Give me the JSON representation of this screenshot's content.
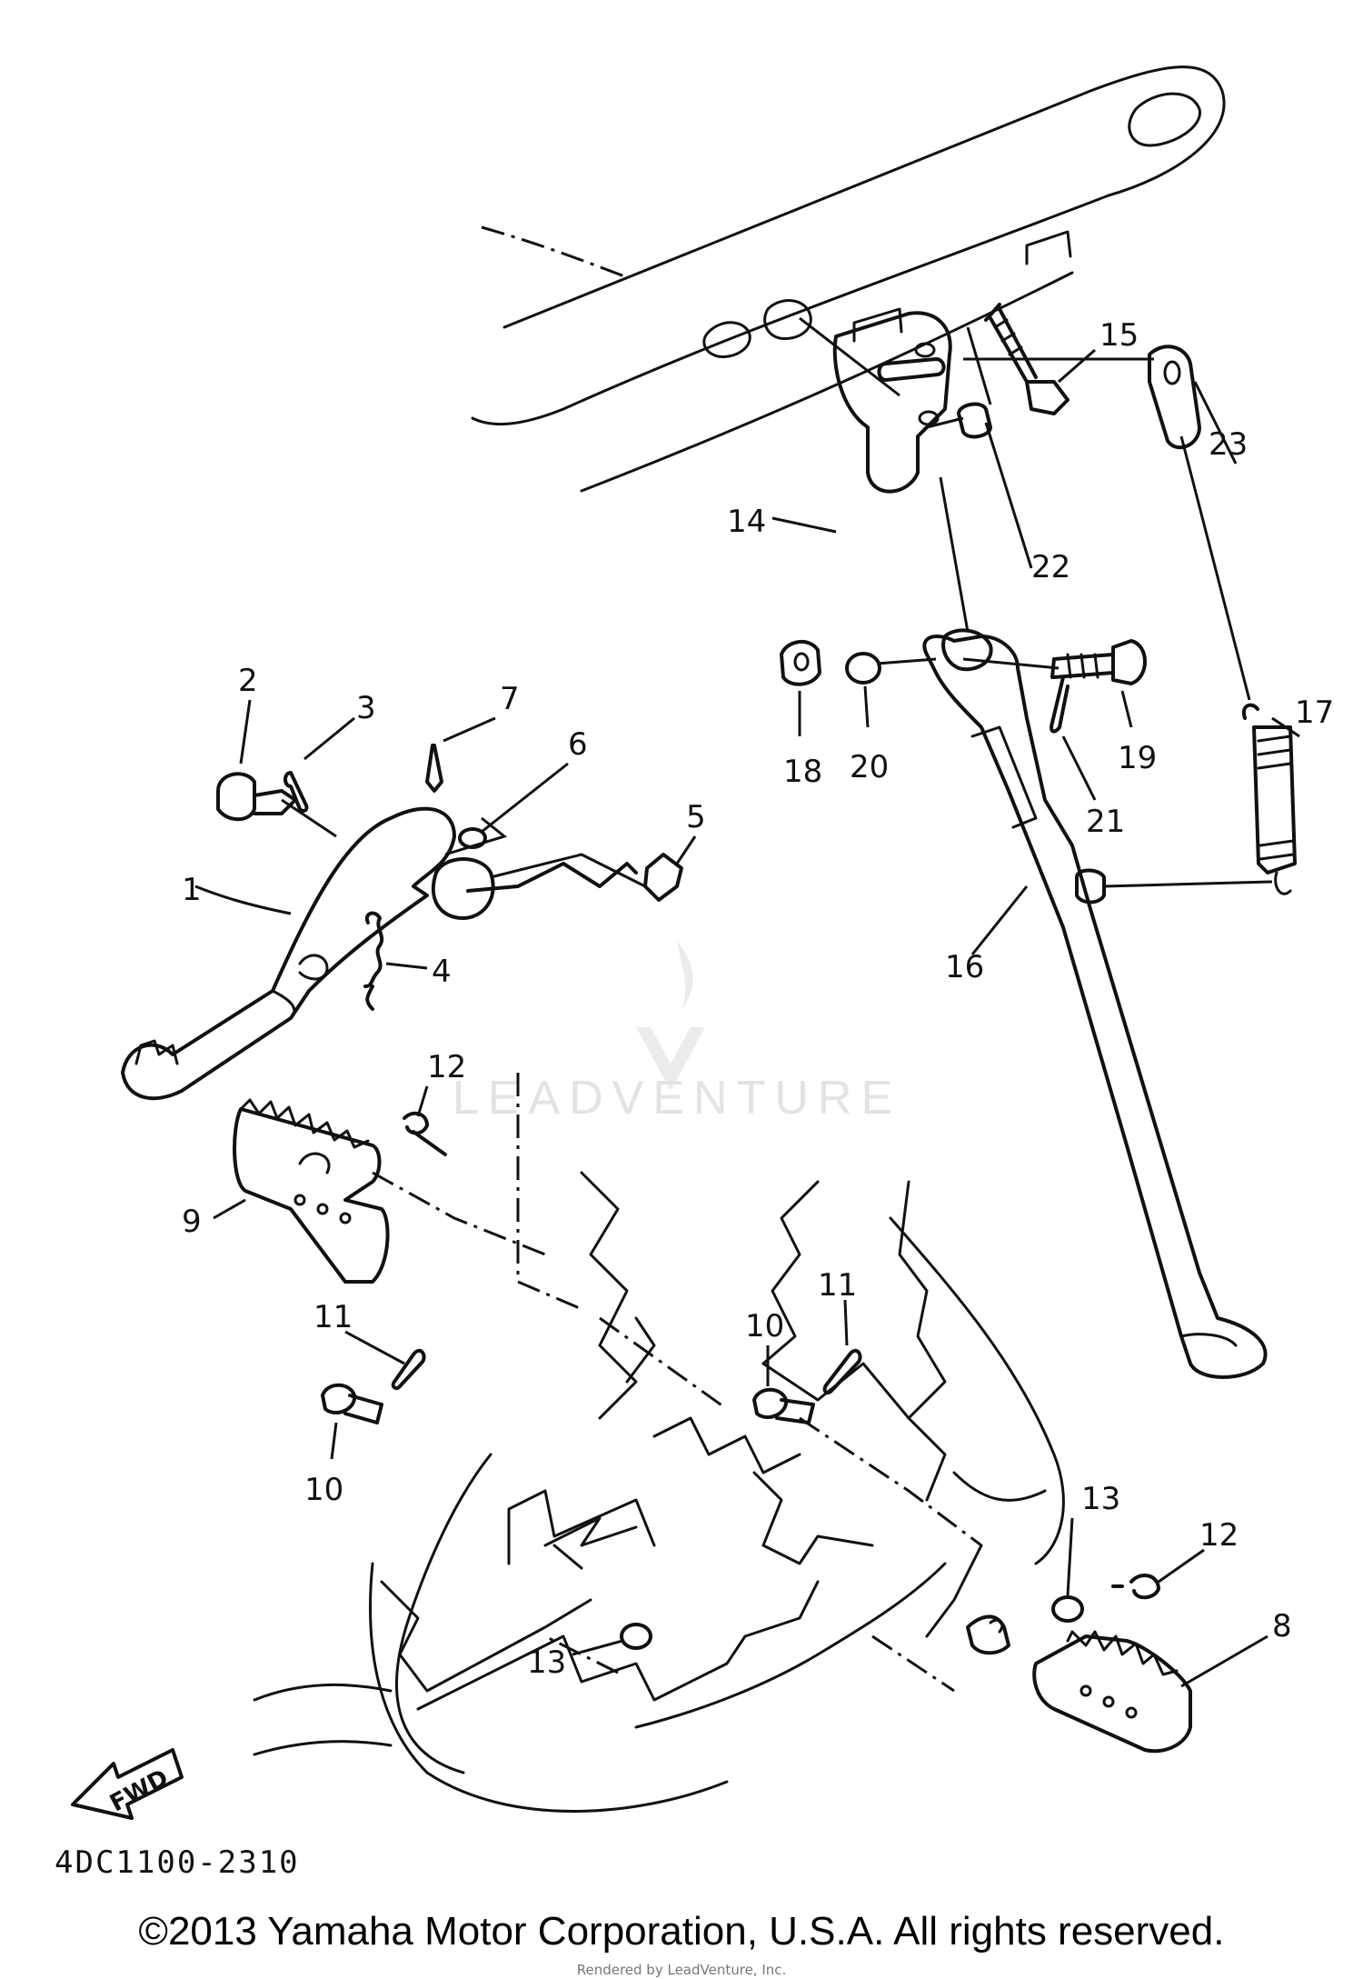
{
  "callouts": {
    "c1": "1",
    "c2": "2",
    "c3": "3",
    "c4": "4",
    "c5": "5",
    "c6": "6",
    "c7": "7",
    "c8": "8",
    "c9": "9",
    "c10a": "10",
    "c10b": "10",
    "c11a": "11",
    "c11b": "11",
    "c12a": "12",
    "c12b": "12",
    "c13a": "13",
    "c13b": "13",
    "c14": "14",
    "c15": "15",
    "c16": "16",
    "c17": "17",
    "c18": "18",
    "c19": "19",
    "c20": "20",
    "c21": "21",
    "c22": "22",
    "c23": "23"
  },
  "diagram_code": "4DC1100-2310",
  "fwd_label": "FWD",
  "watermark": "LEADVENTURE",
  "copyright": "©2013 Yamaha Motor Corporation, U.S.A. All rights reserved.",
  "rendered_by": "Rendered by LeadVenture, Inc."
}
